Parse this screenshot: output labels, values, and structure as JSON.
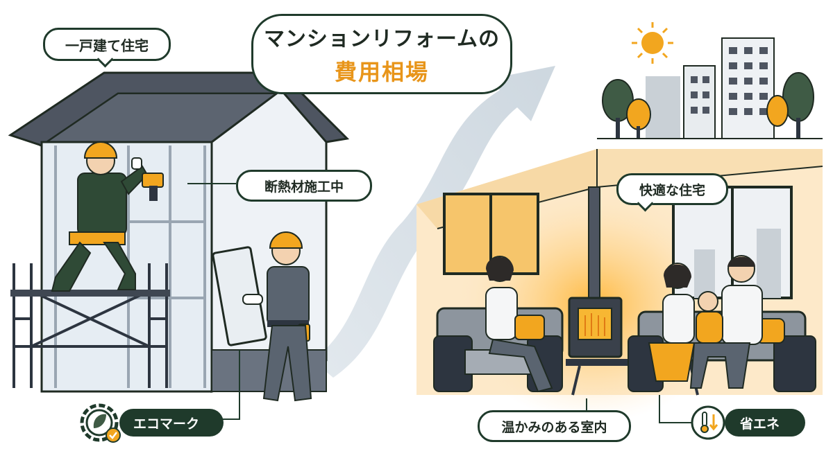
{
  "title": {
    "line1": "マンションリフォームの",
    "line2": "費用相場"
  },
  "callouts": {
    "house": "一戸建て住宅",
    "insulation": "断熱材施工中",
    "comfortable": "快適な住宅",
    "warm_room": "温かみのある室内"
  },
  "badges": {
    "eco_mark": "エコマーク",
    "energy_saving": "省エネ"
  },
  "colors": {
    "dark_green": "#1f3a2b",
    "accent_orange": "#f2a61f",
    "warm_bg": "#fde9c9",
    "slate": "#5a6470"
  }
}
